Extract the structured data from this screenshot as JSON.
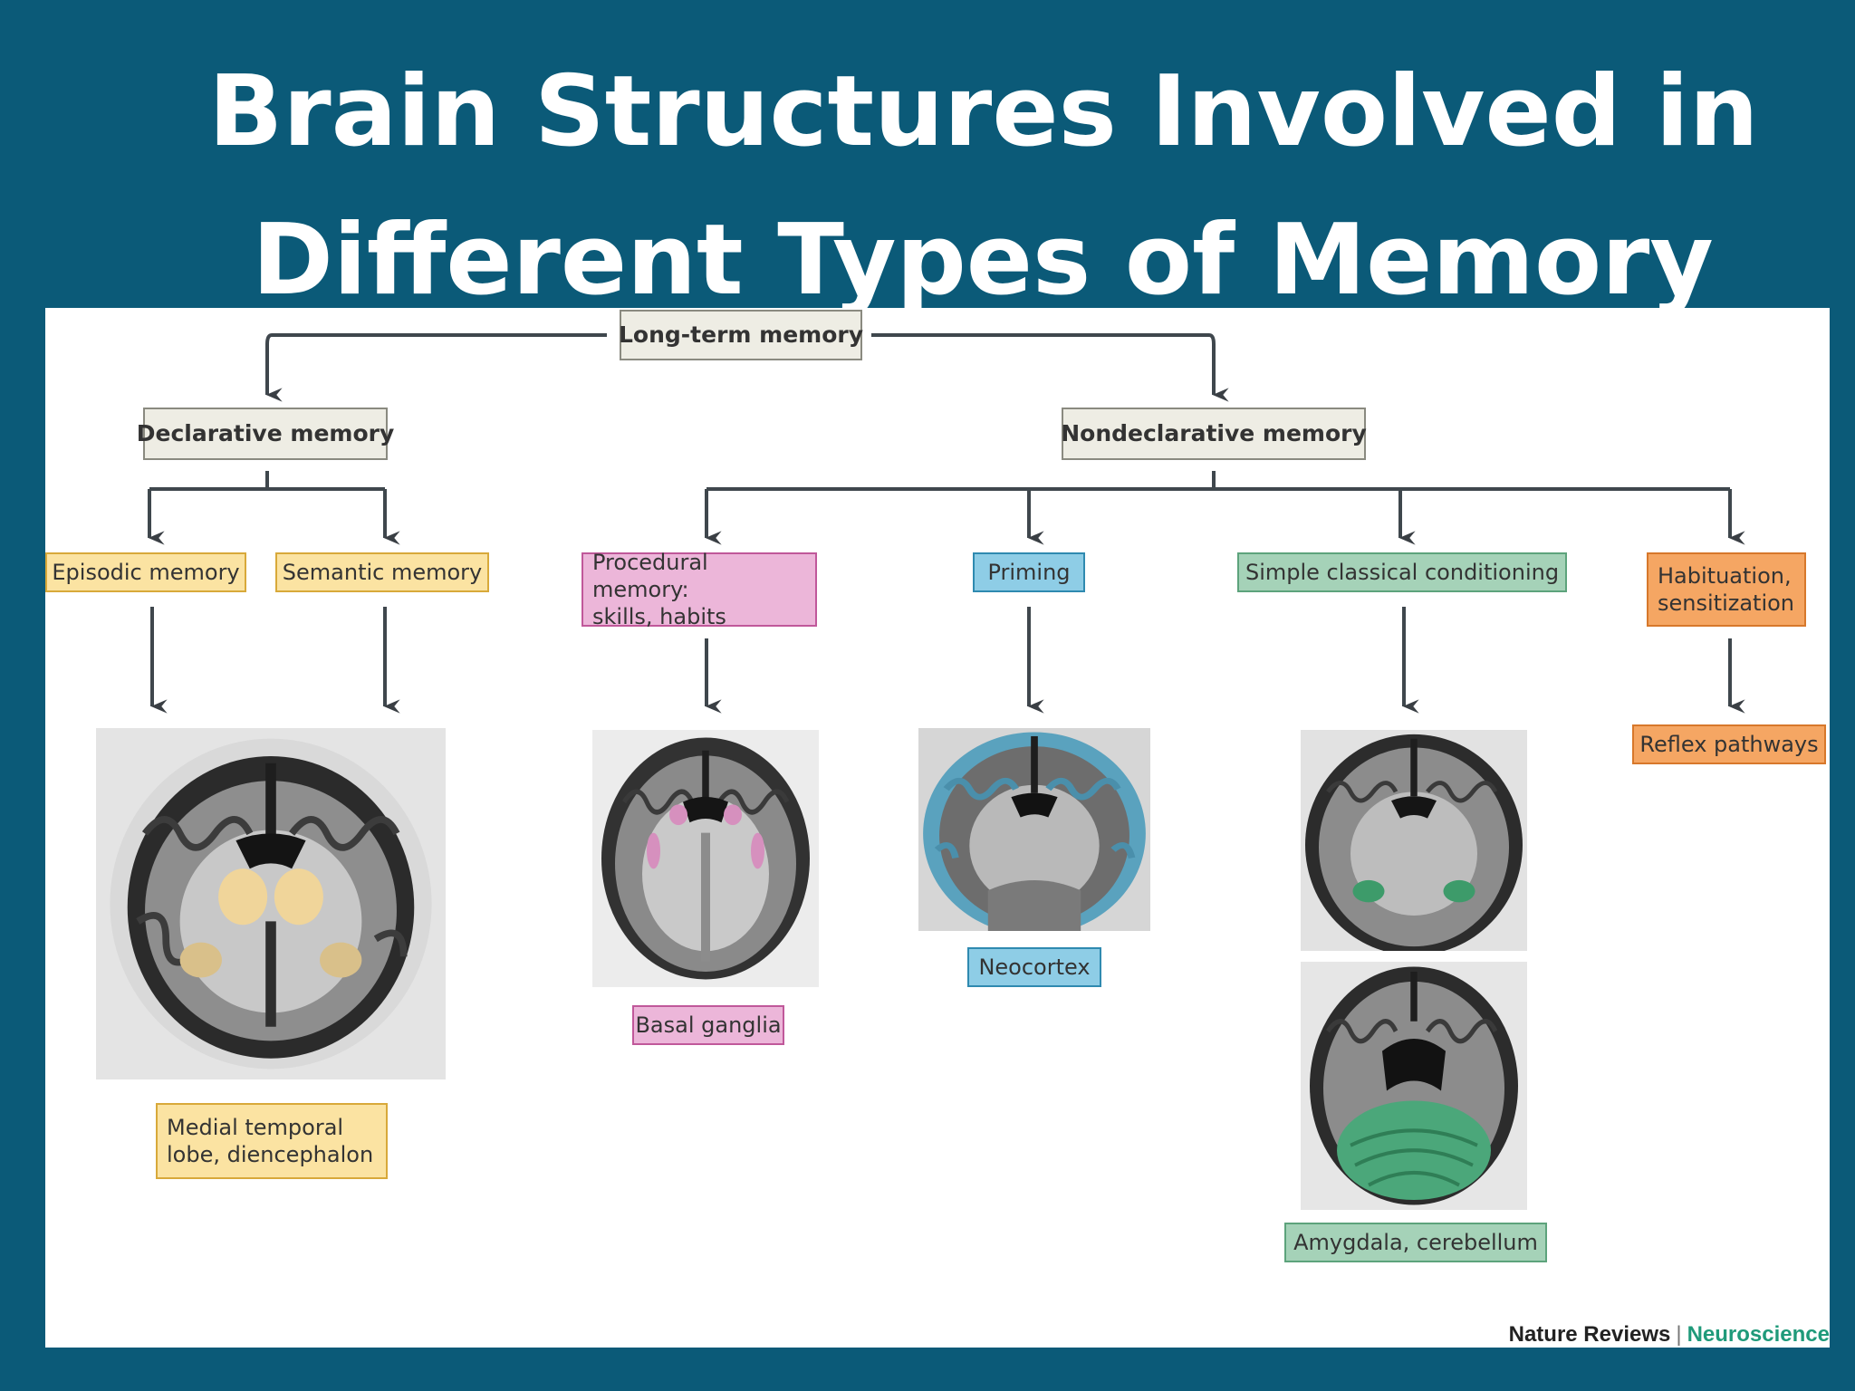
{
  "slide": {
    "title_line1": "Brain Structures Involved in",
    "title_line2": "Different Types of Memory"
  },
  "diagram": {
    "root": "Long-term memory",
    "declarative": "Declarative memory",
    "nondeclarative": "Nondeclarative memory",
    "episodic": "Episodic memory",
    "semantic": "Semantic memory",
    "procedural_line1": "Procedural memory:",
    "procedural_line2": "skills, habits",
    "priming": "Priming",
    "conditioning": "Simple classical conditioning",
    "habituation_line1": "Habituation,",
    "habituation_line2": "sensitization",
    "mtl_line1": "Medial temporal",
    "mtl_line2": "lobe, diencephalon",
    "basal_ganglia": "Basal ganglia",
    "neocortex": "Neocortex",
    "amygdala_cerebellum": "Amygdala, cerebellum",
    "reflex": "Reflex pathways"
  },
  "credit": {
    "publisher": "Nature Reviews",
    "separator": "|",
    "journal": "Neuroscience"
  },
  "colors": {
    "background": "#0b5a78",
    "yellow": "#fbe3a2",
    "pink": "#ecb6d9",
    "blue": "#8ecde6",
    "green": "#a5d2b8",
    "orange": "#f5a663",
    "gray_box": "#eeede4"
  }
}
